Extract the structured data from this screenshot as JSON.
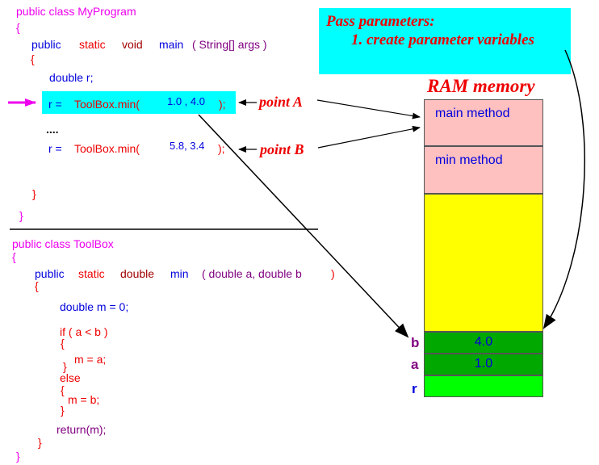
{
  "program": {
    "class_header": "public class MyProgram",
    "open_brace": "{",
    "main_public": "public",
    "main_static": "static",
    "main_void": "void",
    "main_name": "main",
    "main_params": "( String[] args )",
    "main_open": "{",
    "decl": "double r;",
    "call1_lhs": "r =",
    "call1_fn": "ToolBox.min(",
    "call1_args": "1.0 , 4.0",
    "call1_end": ");",
    "ellipsis": "....",
    "call2_lhs": "r =",
    "call2_fn": "ToolBox.min(",
    "call2_args": "5.8, 3.4",
    "call2_end": ");",
    "main_close": "}",
    "class_close": "}"
  },
  "toolbox": {
    "class_header": "public class ToolBox",
    "open_brace": "{",
    "public": "public",
    "static": "static",
    "double": "double",
    "name": "min",
    "params": "( double a, double b",
    "params_close": ")",
    "method_open": "{",
    "decl": "double m = 0;",
    "if": "if ( a < b )",
    "if_open": "{",
    "assign_a": "m = a;",
    "if_close": "}",
    "else": "else",
    "else_open": "{",
    "assign_b": "m = b;",
    "else_close": "}",
    "return": "return(m);",
    "method_close": "}",
    "class_close": "}"
  },
  "labels": {
    "point_a": "point A",
    "point_b": "point B"
  },
  "note": {
    "line1": "Pass parameters:",
    "line2": "1. create parameter variables"
  },
  "memory": {
    "title": "RAM memory",
    "frames": [
      "main method",
      "min method"
    ],
    "vars": [
      {
        "name": "b",
        "value": "4.0"
      },
      {
        "name": "a",
        "value": "1.0"
      },
      {
        "name": "r",
        "value": ""
      }
    ]
  },
  "colors": {
    "highlight": "#00ffff",
    "frame": "#ffc0c0",
    "free": "#ffff00",
    "var_dark": "#00a800",
    "var_light": "#00ff00",
    "marker_arrow": "#ee00ee"
  }
}
